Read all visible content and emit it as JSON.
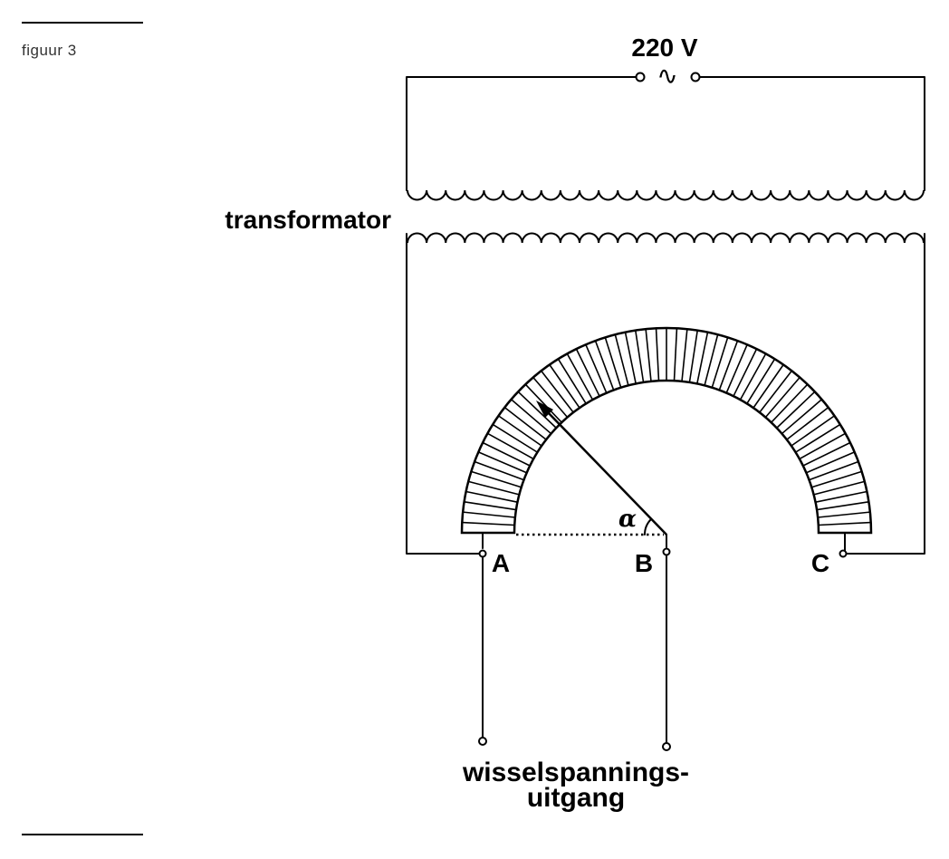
{
  "figure": {
    "label": "figuur 3"
  },
  "source": {
    "voltage": "220 V",
    "ac_symbol": "∿"
  },
  "transformer": {
    "label": "transformator"
  },
  "terminals": {
    "a": "A",
    "b": "B",
    "c": "C"
  },
  "angle": {
    "symbol": "α"
  },
  "output": {
    "line1": "wisselspannings-",
    "line2": "uitgang"
  }
}
